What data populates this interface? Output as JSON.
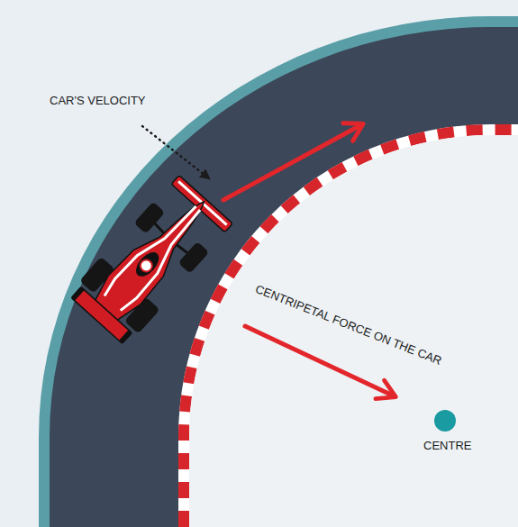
{
  "diagram": {
    "labels": [
      "CAR'S VELOCITY",
      "CENTRIPETAL FORCE ON THE CAR",
      "CENTRE"
    ]
  }
}
